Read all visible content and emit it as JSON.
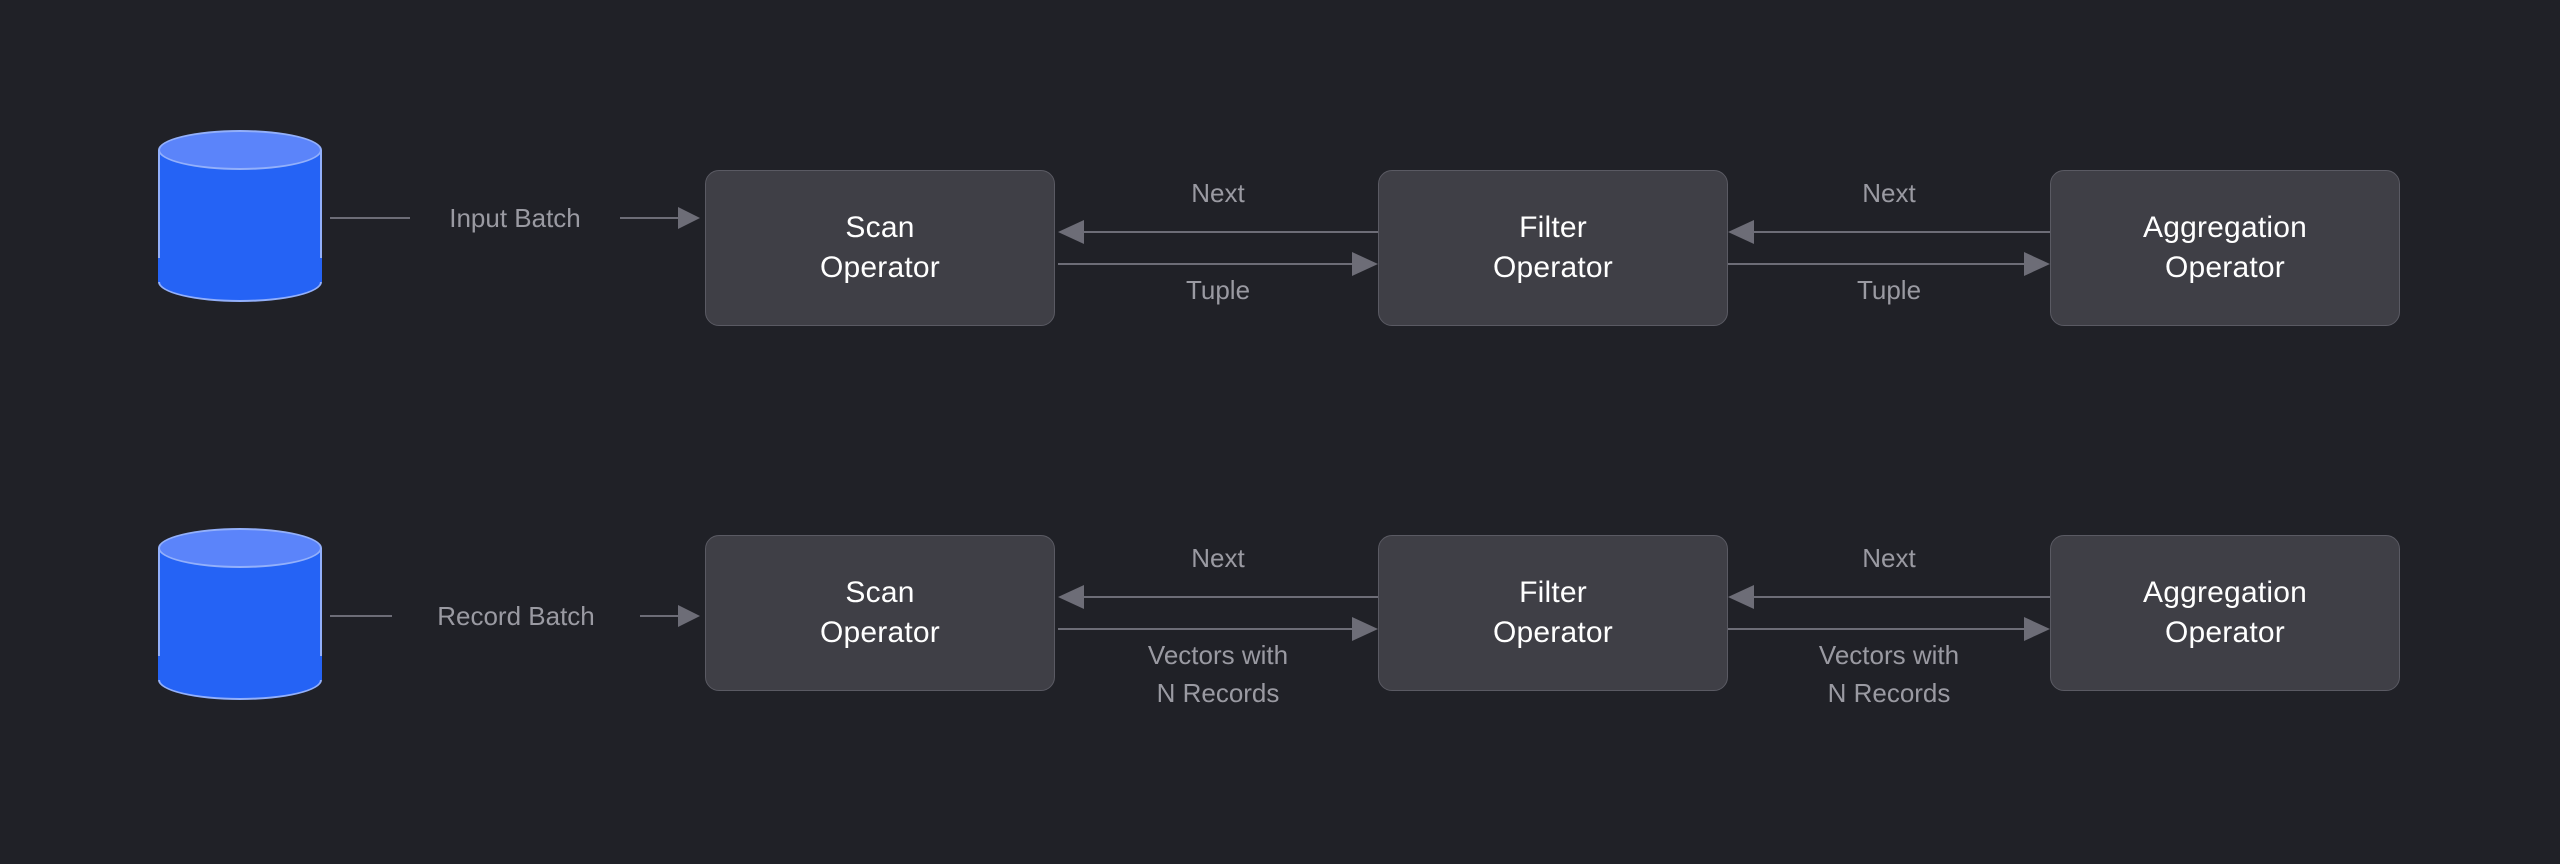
{
  "theme": {
    "background": "#202127",
    "box_fill": "#3f3f46",
    "box_border": "#5a5a63",
    "box_text": "#ffffff",
    "edge": "#6d6d77",
    "edge_label": "#9a9aa2",
    "cylinder_body": "#2563f5",
    "cylinder_top": "#5b84fa",
    "cylinder_outline": "#93b0fb"
  },
  "diagram": {
    "type": "flow",
    "rows": [
      {
        "id": "tuple-at-a-time-pipeline",
        "source": {
          "icon": "database-cylinder",
          "name": "database-source"
        },
        "feed": {
          "label": "Input Batch"
        },
        "operators": [
          {
            "id": "scan",
            "line1": "Scan",
            "line2": "Operator"
          },
          {
            "id": "filter",
            "line1": "Filter",
            "line2": "Operator"
          },
          {
            "id": "aggregation",
            "line1": "Aggregation",
            "line2": "Operator"
          }
        ],
        "links": [
          {
            "id": "scan-filter",
            "top_label": "Next",
            "bottom_label": "Tuple"
          },
          {
            "id": "filter-aggregation",
            "top_label": "Next",
            "bottom_label": "Tuple"
          }
        ]
      },
      {
        "id": "vectorized-pipeline",
        "source": {
          "icon": "database-cylinder",
          "name": "database-source"
        },
        "feed": {
          "label": "Record Batch"
        },
        "operators": [
          {
            "id": "scan",
            "line1": "Scan",
            "line2": "Operator"
          },
          {
            "id": "filter",
            "line1": "Filter",
            "line2": "Operator"
          },
          {
            "id": "aggregation",
            "line1": "Aggregation",
            "line2": "Operator"
          }
        ],
        "links": [
          {
            "id": "scan-filter",
            "top_label": "Next",
            "bottom_label": "Vectors with\nN Records"
          },
          {
            "id": "filter-aggregation",
            "top_label": "Next",
            "bottom_label": "Vectors with\nN Records"
          }
        ]
      }
    ]
  }
}
